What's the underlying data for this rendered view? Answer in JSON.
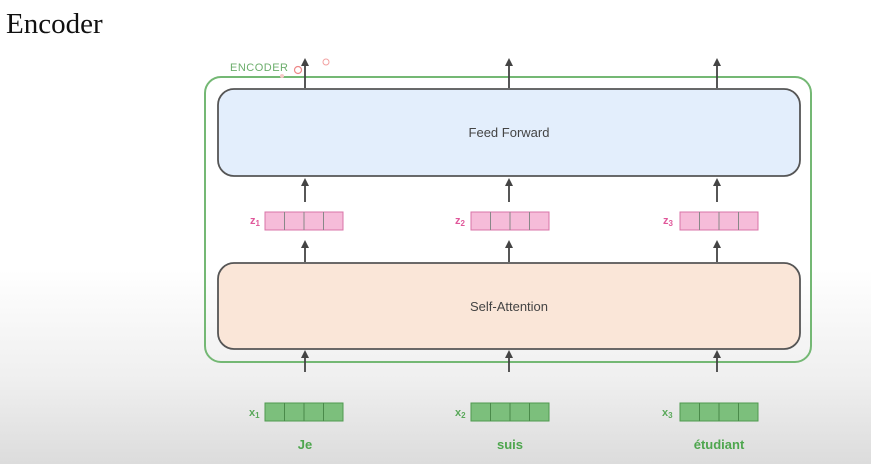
{
  "page": {
    "title": "Encoder"
  },
  "diagram": {
    "encoder_label": "ENCODER",
    "feed_forward_label": "Feed Forward",
    "self_attention_label": "Self-Attention",
    "columns": [
      {
        "z_main": "z",
        "z_sub": "1",
        "x_main": "x",
        "x_sub": "1",
        "word": "Je"
      },
      {
        "z_main": "z",
        "z_sub": "2",
        "x_main": "x",
        "x_sub": "2",
        "word": "suis"
      },
      {
        "z_main": "z",
        "z_sub": "3",
        "x_main": "x",
        "x_sub": "3",
        "word": "étudiant"
      }
    ],
    "colors": {
      "encoder_border": "#74b874",
      "feed_forward_fill": "#e3eefc",
      "self_attention_fill": "#fae6d8",
      "z_vector": "#f6bcd9",
      "z_vector_border": "#d874a8",
      "x_vector": "#7cbf7c",
      "x_vector_border": "#4f9a4f",
      "arrow": "#444444"
    }
  }
}
